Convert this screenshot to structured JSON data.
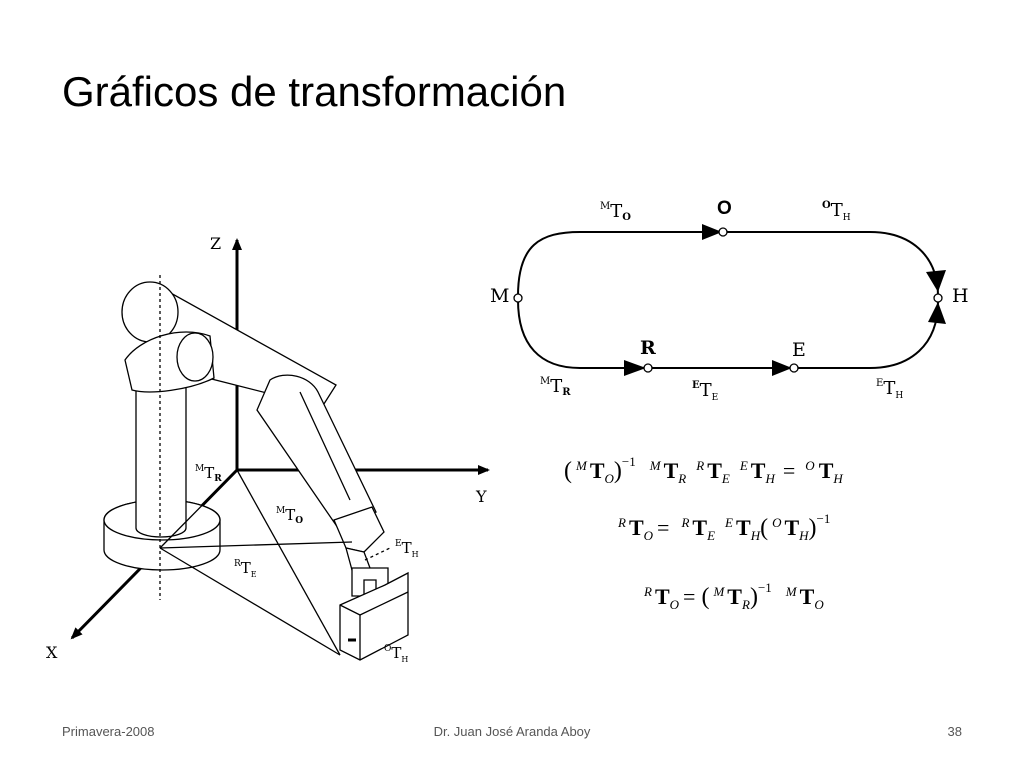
{
  "slide": {
    "title": "Gráficos de transformación"
  },
  "footer": {
    "left": "Primavera-2008",
    "center": "Dr. Juan José Aranda Aboy",
    "page": "38"
  },
  "robot": {
    "axes": {
      "z": "Z",
      "y": "Y",
      "x": "X"
    },
    "labels": {
      "MTR": {
        "pre": "M",
        "main": "T",
        "sub": "R"
      },
      "MTO": {
        "pre": "M",
        "main": "T",
        "sub": "O"
      },
      "RTE": {
        "pre": "R",
        "main": "T",
        "sub": "E"
      },
      "ETH": {
        "pre": "E",
        "main": "T",
        "sub": "H"
      },
      "OTH": {
        "pre": "O",
        "main": "T",
        "sub": "H"
      }
    }
  },
  "graph": {
    "nodes": {
      "O": "O",
      "M": "M",
      "H": "H",
      "R": "R",
      "E": "E"
    },
    "edges": {
      "MTO": {
        "pre": "M",
        "main": "T",
        "sub": "O"
      },
      "OTH": {
        "pre": "O",
        "main": "T",
        "sub": "H"
      },
      "MTR": {
        "pre": "M",
        "main": "T",
        "sub": "R"
      },
      "RTE": {
        "pre": "E",
        "main": "T",
        "sub": "E"
      },
      "ETH": {
        "pre": "E",
        "main": "T",
        "sub": "H"
      }
    }
  },
  "equations": {
    "eq1": {
      "t1_pre": "M",
      "t1_main": "T",
      "t1_sub": "O",
      "t1_exp": "−1",
      "t2_pre": "M",
      "t2_main": "T",
      "t2_sub": "R",
      "t3_pre": "R",
      "t3_main": "T",
      "t3_sub": "E",
      "t4_pre": "E",
      "t4_main": "T",
      "t4_sub": "H",
      "eq": "=",
      "t5_pre": "O",
      "t5_main": "T",
      "t5_sub": "H"
    },
    "eq2": {
      "l_pre": "R",
      "l_main": "T",
      "l_sub": "O",
      "eq": "=",
      "t1_pre": "R",
      "t1_main": "T",
      "t1_sub": "E",
      "t2_pre": "E",
      "t2_main": "T",
      "t2_sub": "H",
      "t3_pre": "O",
      "t3_main": "T",
      "t3_sub": "H",
      "t3_exp": "−1"
    },
    "eq3": {
      "l_pre": "R",
      "l_main": "T",
      "l_sub": "O",
      "eq": "=",
      "t1_pre": "M",
      "t1_main": "T",
      "t1_sub": "R",
      "t1_exp": "−1",
      "t2_pre": "M",
      "t2_main": "T",
      "t2_sub": "O"
    }
  }
}
